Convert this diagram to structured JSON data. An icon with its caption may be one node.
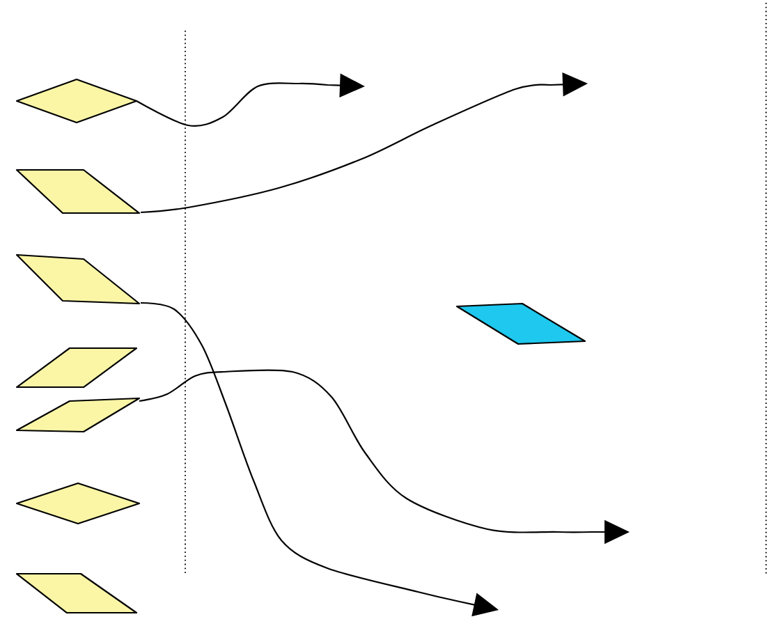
{
  "diagram": {
    "nodes": [
      {
        "text": [],
        "shape": "diamond"
      },
      {
        "text": [],
        "shape": "parallelogram"
      },
      {
        "text": [],
        "shape": "parallelogram"
      },
      {
        "text": [],
        "shape": "parallelogram"
      },
      {
        "text": [],
        "shape": "parallelogram"
      },
      {
        "text": [],
        "shape": "diamond"
      },
      {
        "text": [],
        "shape": "parallelogram"
      },
      {
        "text": [],
        "shape": "parallelogram"
      }
    ],
    "edges": [
      {
        "from": 0,
        "to": null,
        "arrow": "to"
      },
      {
        "from": 1,
        "to": null,
        "arrow": "to"
      },
      {
        "from": 2,
        "to": null,
        "arrow": "to"
      },
      {
        "from": 4,
        "to": null,
        "arrow": "to"
      }
    ]
  }
}
